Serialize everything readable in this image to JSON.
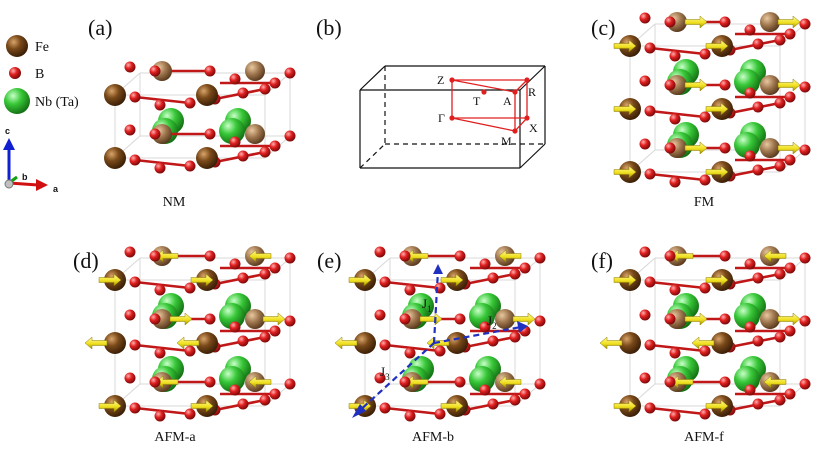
{
  "legend": {
    "fe": "Fe",
    "b": "B",
    "nb": "Nb (Ta)"
  },
  "axes": {
    "a": "a",
    "b": "b",
    "c": "c"
  },
  "panels": {
    "a": {
      "letter": "(a)",
      "phase": "NM"
    },
    "b": {
      "letter": "(b)"
    },
    "c": {
      "letter": "(c)",
      "phase": "FM"
    },
    "d": {
      "letter": "(d)",
      "phase": "AFM-a"
    },
    "e": {
      "letter": "(e)",
      "phase": "AFM-b"
    },
    "f": {
      "letter": "(f)",
      "phase": "AFM-f"
    }
  },
  "bz": {
    "points": {
      "Z": "Z",
      "R": "R",
      "T": "T",
      "A": "A",
      "Gamma": "Γ",
      "X": "X",
      "M": "M"
    }
  },
  "exchange": {
    "j1_main": "J",
    "j1_sub": "1",
    "j2_main": "J",
    "j2_sub": "2",
    "j3_main": "J",
    "j3_sub": "3"
  },
  "colors": {
    "fe": "#7a4a1a",
    "fe_back": "#a07850",
    "b": "#e02020",
    "nb": "#38c838",
    "spin": "#f0e020",
    "exchange": "#2030c0",
    "bz": "#e02020"
  }
}
